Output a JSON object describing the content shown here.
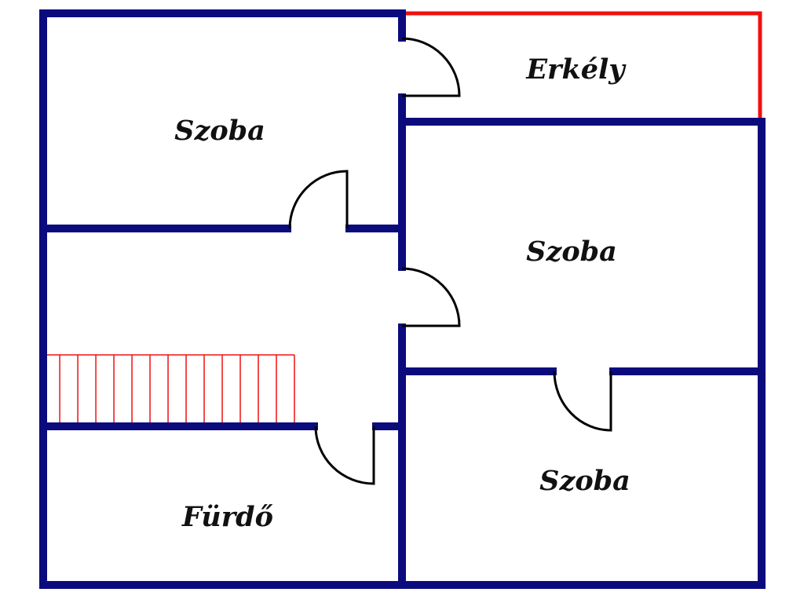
{
  "plan": {
    "colors": {
      "wall": "#0b0b7e",
      "balcony_rail": "#f01010",
      "stairs": "#ee1111",
      "door": "#000000"
    },
    "rooms": [
      {
        "id": "room-top-left",
        "label": "Szoba"
      },
      {
        "id": "balcony",
        "label": "Erkély"
      },
      {
        "id": "room-right-middle",
        "label": "Szoba"
      },
      {
        "id": "room-bottom-right",
        "label": "Szoba"
      },
      {
        "id": "bathroom",
        "label": "Fürdő"
      }
    ],
    "stair_steps": 14
  }
}
